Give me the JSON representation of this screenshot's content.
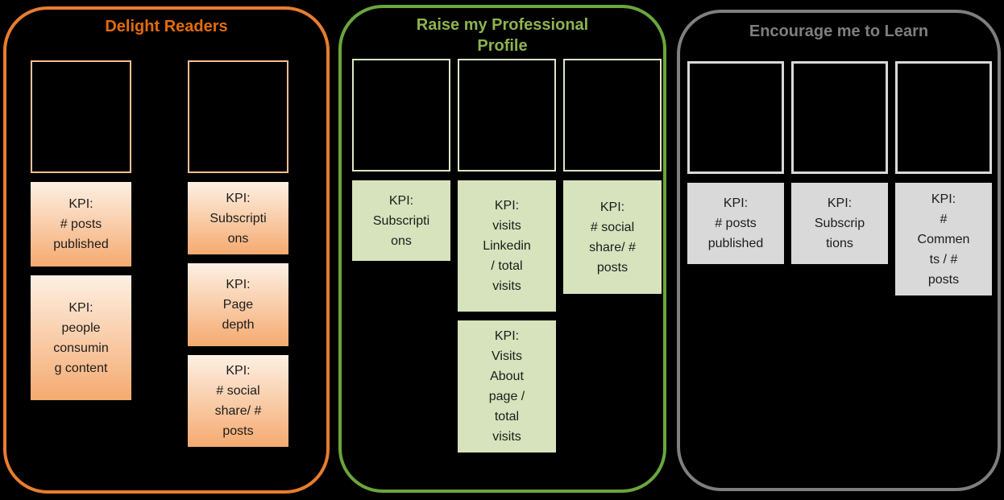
{
  "background_color": "#000000",
  "kpi_text_color": "#1C1C1C",
  "groups": [
    {
      "title": "Delight Readers",
      "title_color": "#E36C0A",
      "border_color": "#E87D2E",
      "box_border_color": "#FAC092",
      "kpi_fill_top": "#FDF0E3",
      "kpi_fill_bottom": "#F5AA70",
      "columns": [
        [
          "KPI:\n# posts\npublished",
          "KPI:\npeople\nconsumin\ng content"
        ],
        [
          "KPI:\nSubscripti\nons",
          "KPI:\nPage\ndepth",
          "KPI:\n# social\nshare/ #\nposts"
        ]
      ]
    },
    {
      "title": "Raise my Professional\nProfile",
      "title_color": "#8EB350",
      "border_color": "#6AA63C",
      "box_border_color": "#DCE7C6",
      "kpi_fill": "#D6E3BC",
      "columns": [
        [
          "KPI:\nSubscripti\nons"
        ],
        [
          "KPI:\nvisits\nLinkedin\n/ total\nvisits",
          "KPI:\nVisits\nAbout\npage /\ntotal\nvisits"
        ],
        [
          "KPI:\n# social\nshare/ #\nposts"
        ]
      ]
    },
    {
      "title": "Encourage me to Learn",
      "title_color": "#7F7F7F",
      "border_color": "#7F7F7F",
      "box_border_color": "#D9D9D9",
      "kpi_fill": "#D9D9D9",
      "columns": [
        [
          "KPI:\n# posts\npublished"
        ],
        [
          "KPI:\nSubscrip\ntions"
        ],
        [
          "KPI:\n#\nCommen\nts / #\nposts"
        ]
      ]
    }
  ]
}
